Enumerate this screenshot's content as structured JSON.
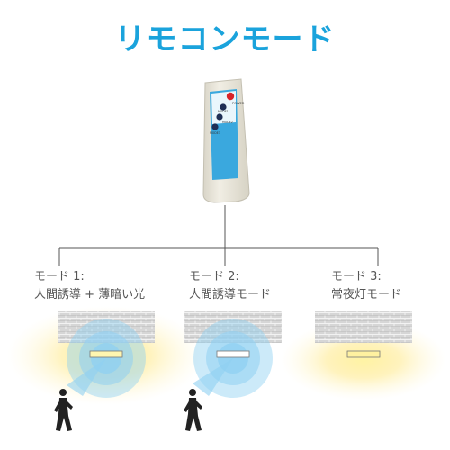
{
  "title": "リモコンモード",
  "remote": {
    "buttons": [
      "POWER",
      "MODE1",
      "MODE2",
      "MODE3"
    ]
  },
  "modes": [
    {
      "label": "モード 1:",
      "description": "人間誘導 + 薄暗い光"
    },
    {
      "label": "モード 2:",
      "description": "人間誘導モード"
    },
    {
      "label": "モード 3:",
      "description": "常夜灯モード"
    }
  ],
  "colors": {
    "title": "#1aa3dc",
    "remote_body": "#ece8dc",
    "remote_panel": "#3aa8de",
    "power_button": "#d8232a",
    "mode_button": "#1e2e55",
    "sensor_wave": "#8fd0f2",
    "warm_light": "#ffe98a",
    "figure": "#222222"
  },
  "icons": [
    "remote-control-icon",
    "brick-wall-icon",
    "motion-sensor-wave-icon",
    "walking-person-icon",
    "light-glow-icon"
  ]
}
